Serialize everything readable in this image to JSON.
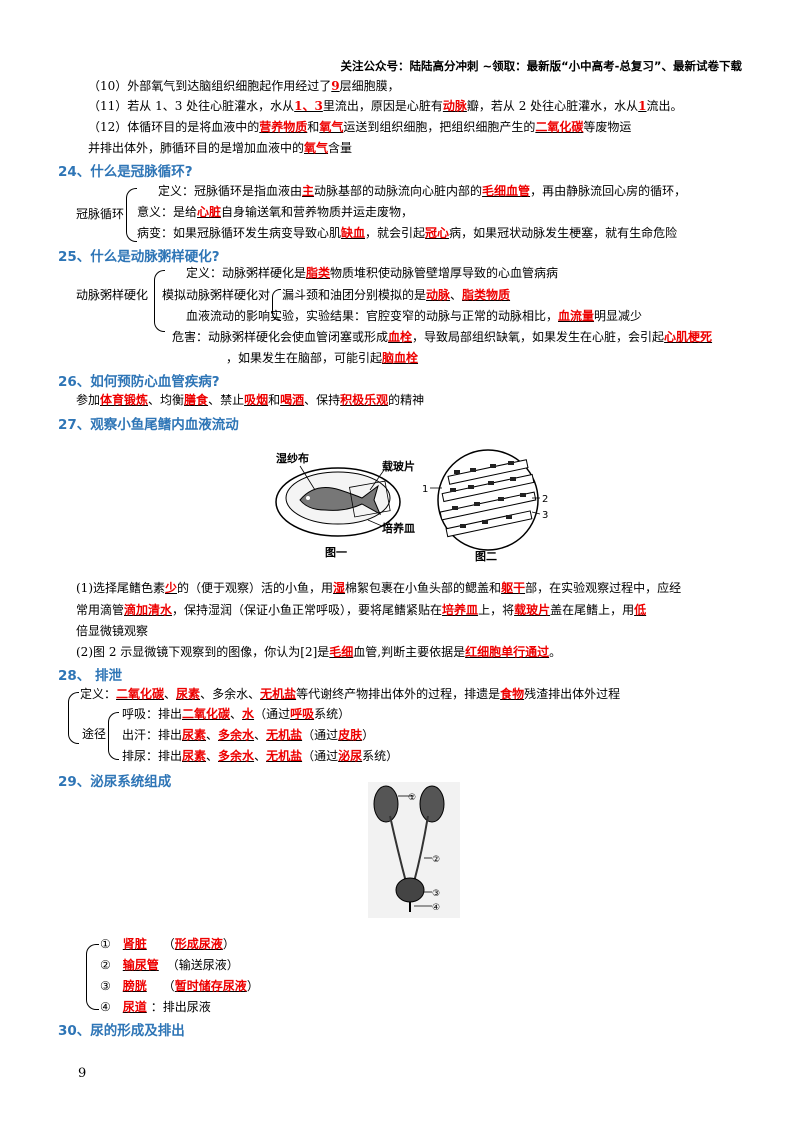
{
  "header": "关注公众号：陆陆高分冲刺  ~领取：最新版“小中高考-总复习”、最新试卷下载",
  "q10": {
    "a": "（10）外部氧气到达脑组织细胞起作用经过了",
    "ans": "9",
    "b": "层细胞膜，"
  },
  "q11": {
    "a": "（11）若从 1、3 处往心脏灌水，水从",
    "ans1": "1、3",
    "b": "里流出，原因是心脏有",
    "ans2": "动脉",
    "c": "瓣，若从 2 处往心脏灌水，水从",
    "ans3": "1",
    "d": "流出。"
  },
  "q12": {
    "a": "（12）体循环目的是将血液中的",
    "ans1": "营养物质",
    "b": "和",
    "ans2": "氧气",
    "c": "运送到组织细胞，把组织细胞产生的",
    "ans3": "二氧化碳",
    "d": "等废物运",
    "e": "并排出体外，肺循环目的是增加血液中的",
    "ans4": "氧气",
    "f": "含量"
  },
  "s24": {
    "title": "24、什么是冠脉循环?",
    "label": "冠脉循环",
    "def_a": "定义：冠脉循环是指血液由",
    "def_ans1": "主",
    "def_b": "动脉基部的动脉流向心脏内部的",
    "def_ans2": "毛细血管",
    "def_c": "，再由静脉流回心房的循环，",
    "mean_a": "意义：是给",
    "mean_ans": "心脏",
    "mean_b": "自身输送氧和营养物质并运走废物，",
    "ill_a": "病变：如果冠脉循环发生病变导致心肌",
    "ill_ans1": "缺血",
    "ill_b": "，就会引起",
    "ill_ans2": "冠心",
    "ill_c": "病，如果冠状动脉发生梗塞，就有生命危险"
  },
  "s25": {
    "title": "25、什么是动脉粥样硬化?",
    "label": "动脉粥样硬化",
    "def_a": "定义：动脉粥样硬化是",
    "def_ans": "脂类",
    "def_b": "物质堆积使动脉管壁增厚导致的心血管病病",
    "sim_a": "模拟动脉粥样硬化对",
    "sim_b": "漏斗颈和油团分别模拟的是",
    "sim_ans1": "动脉",
    "sim_sep": "、",
    "sim_ans2": "脂类物质",
    "flow_a": "血液流动的影响实验，实验结果：官腔变窄的动脉与正常的动脉相比，",
    "flow_ans": "血流量",
    "flow_b": "明显减少",
    "harm_a": "危害：动脉粥样硬化会使血管闭塞或形成",
    "harm_ans1": "血栓",
    "harm_b": "，导致局部组织缺氧，如果发生在心脏，会引起",
    "harm_ans2": "心肌梗死",
    "harm_c": "，如果发生在脑部，可能引起",
    "harm_ans3": "脑血栓"
  },
  "s26": {
    "title": "26、如何预防心血管疾病?",
    "a": "参加",
    "ans1": "体育锻炼",
    "b": "、均衡",
    "ans2": "膳食",
    "c": "、禁止",
    "ans3": "吸烟",
    "d": "和",
    "ans4": "喝酒",
    "e": "、保持",
    "ans5": "积极乐观",
    "f": "的精神"
  },
  "s27": {
    "title": "27、观察小鱼尾鳍内血液流动",
    "fig1_labels": {
      "cloth": "湿纱布",
      "slide": "载玻片",
      "dish": "培养皿",
      "cap": "图一"
    },
    "fig2_labels": {
      "n1": "1",
      "n2": "2",
      "n3": "3",
      "cap": "图二"
    },
    "p1_a": "(1)选择尾鳍色素",
    "p1_ans1": "少",
    "p1_b": "的（便于观察）活的小鱼，用",
    "p1_ans2": "湿",
    "p1_c": "棉絮包裹在小鱼头部的鳃盖和",
    "p1_ans3": "躯干",
    "p1_d": "部，在实验观察过程中，应经",
    "p1_e": "常用滴管",
    "p1_ans4": "滴加清水",
    "p1_f": "，保持湿润（保证小鱼正常呼吸），要将尾鳍紧贴在",
    "p1_ans5": "培养皿",
    "p1_g": "上，将",
    "p1_ans6": "载玻片",
    "p1_h": "盖在尾鳍上，用",
    "p1_ans7": "低",
    "p1_i": "倍显微镜观察",
    "p2_a": "(2)图 2 示显微镜下观察到的图像，你认为[2]是",
    "p2_ans1": "毛细",
    "p2_b": "血管,判断主要依据是",
    "p2_ans2": "红细胞单行通过",
    "p2_c": "。"
  },
  "s28": {
    "title": "28、 排泄",
    "def_a": "定义：",
    "def_ans1": "二氧化碳",
    "def_s1": "、",
    "def_ans2": "尿素",
    "def_b": "、多余水、",
    "def_ans3": "无机盐",
    "def_c": "等代谢终产物排出体外的过程，排遗是",
    "def_ans4": "食物",
    "def_d": "残渣排出体外过程",
    "route": "途径",
    "r1_a": "呼吸：排出",
    "r1_ans1": "二氧化碳",
    "r1_s": "、",
    "r1_ans2": "水",
    "r1_b": "（通过",
    "r1_ans3": "呼吸",
    "r1_c": "系统）",
    "r2_a": "出汗：排出",
    "r2_ans1": "尿素",
    "r2_s1": "、",
    "r2_ans2": "多余水",
    "r2_s2": "、",
    "r2_ans3": "无机盐",
    "r2_b": "（通过",
    "r2_ans4": "皮肤",
    "r2_c": "）",
    "r3_a": "排尿：排出",
    "r3_ans1": "尿素",
    "r3_s1": "、",
    "r3_ans2": "多余水",
    "r3_s2": "、",
    "r3_ans3": "无机盐",
    "r3_b": "（通过",
    "r3_ans4": "泌尿",
    "r3_c": "系统）"
  },
  "s29": {
    "title": "29、泌尿系统组成",
    "fig_labels": [
      "①",
      "②",
      "③",
      "④"
    ],
    "items": [
      {
        "num": "①",
        "ans": "肾脏",
        "paren_a": "（",
        "ans2": "形成尿液",
        "paren_b": "）"
      },
      {
        "num": "②",
        "ans": "输尿管",
        "desc": "（输送尿液）"
      },
      {
        "num": "③",
        "ans": "膀胱",
        "paren_a": "（",
        "ans2": "暂时储存尿液",
        "paren_b": "）"
      },
      {
        "num": "④",
        "ans": "尿道",
        "desc": "：排出尿液"
      }
    ]
  },
  "s30": {
    "title": "30、尿的形成及排出"
  },
  "page_number": "9"
}
